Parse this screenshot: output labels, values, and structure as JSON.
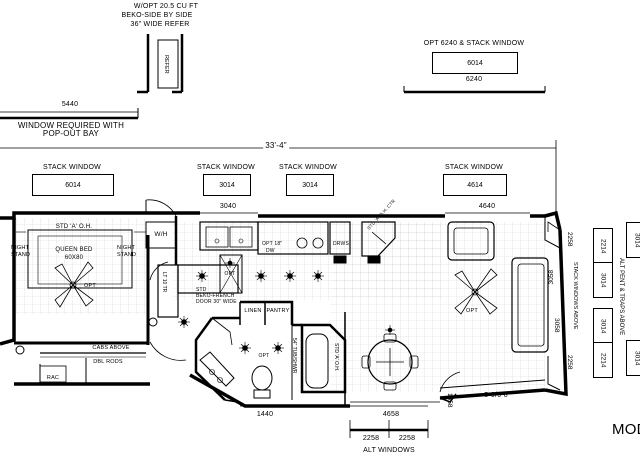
{
  "refer": {
    "line1": "W/OPT 20.5 CU FT",
    "line2": "BEKO-SIDE BY SIDE",
    "line3": "36\" WIDE REFER",
    "tag": "REFER"
  },
  "opt_stack": {
    "title": "OPT 6240 & STACK WINDOW",
    "box": "6014",
    "dim": "6240"
  },
  "popout": {
    "dim": "5440",
    "line1": "WINDOW REQUIRED WITH",
    "line2": "POP-OUT BAY"
  },
  "overall_dim": "33'-4\"",
  "stack_windows": [
    {
      "title": "STACK WINDOW",
      "box": "6014"
    },
    {
      "title": "STACK WINDOW",
      "box": "3014"
    },
    {
      "title": "STACK WINDOW",
      "box": "3014"
    },
    {
      "title": "STACK WINDOW",
      "box": "4614"
    }
  ],
  "window_dims": {
    "w3040": "3040",
    "w4640": "4640",
    "w1440": "1440",
    "w4658": "4658",
    "w1658": "1658"
  },
  "bay_dims": {
    "top": "2258",
    "bottom": "2258",
    "left1": "3058",
    "left2": "3058"
  },
  "bay_dim_label": "5-0/6-8",
  "alt_windows": {
    "a": "2258",
    "b": "2258",
    "label": "ALT WINDOWS"
  },
  "rooms": {
    "night_stand_l": "NIGHT\nSTAND",
    "night_stand_r": "NIGHT\nSTAND",
    "std_oh": "STD 'A' O.H.",
    "queen_bed": "QUEEN BED",
    "bed_size": "60X80",
    "opt": "OPT",
    "cabs_above": "CABS ABOVE",
    "dbl_rods": "DBL RODS",
    "rac": "RAC",
    "wh": "W/H",
    "lt_10": "LT 10 TR",
    "std_beko": "STD\nBEKO-FRENCH\nDOOR 30\" WIDE",
    "opt_18": "OPT 18\"",
    "dw": "DW",
    "drws": "DRWS",
    "std_oh_ctr": "STD 'A' O.H. CTR",
    "linen": "LINEN",
    "pantry": "PANTRY",
    "tub": "54\" TUB/SHWR",
    "std_oh_bath": "STD 'A' O.H.",
    "sofa_opt": "OPT",
    "stack_above": "STACK WINDOWS ABOVE"
  },
  "side_boxes": {
    "col1": [
      "2214",
      "3014",
      "3014",
      "2214"
    ],
    "alt_label": "ALT PENT & TRAPS ABOVE",
    "col2": [
      "3014",
      "3014"
    ]
  },
  "model_text": "MOD"
}
